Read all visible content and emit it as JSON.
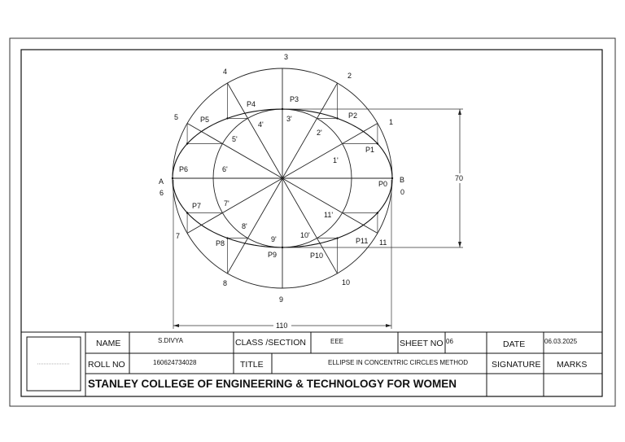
{
  "drawing": {
    "labels": {
      "divisions": [
        "0",
        "1",
        "2",
        "3",
        "4",
        "5",
        "6",
        "7",
        "8",
        "9",
        "10",
        "11"
      ],
      "minor_divisions": [
        "1'",
        "2'",
        "3'",
        "4'",
        "5'",
        "6'",
        "7'",
        "8'",
        "9'",
        "10'",
        "11'"
      ],
      "points": [
        "P0",
        "P1",
        "P2",
        "P3",
        "P4",
        "P5",
        "P6",
        "P7",
        "P8",
        "P9",
        "P10",
        "P11"
      ],
      "end_a": "A",
      "end_b": "B"
    },
    "dimensions": {
      "major": "110",
      "minor": "70"
    }
  },
  "title_block": {
    "name_label": "NAME",
    "name_value": "S.DIVYA",
    "class_label": "CLASS /SECTION",
    "class_value": "EEE",
    "sheet_label": "SHEET NO",
    "sheet_value": "06",
    "date_label": "DATE",
    "date_value": "06.03.2025",
    "roll_label": "ROLL NO",
    "roll_value": "160624734028",
    "title_label": "TITLE",
    "title_value": "ELLIPSE IN CONCENTRIC CIRCLES METHOD",
    "signature_label": "SIGNATURE",
    "marks_label": "MARKS",
    "college": "STANLEY COLLEGE OF ENGINEERING & TECHNOLOGY FOR WOMEN"
  }
}
